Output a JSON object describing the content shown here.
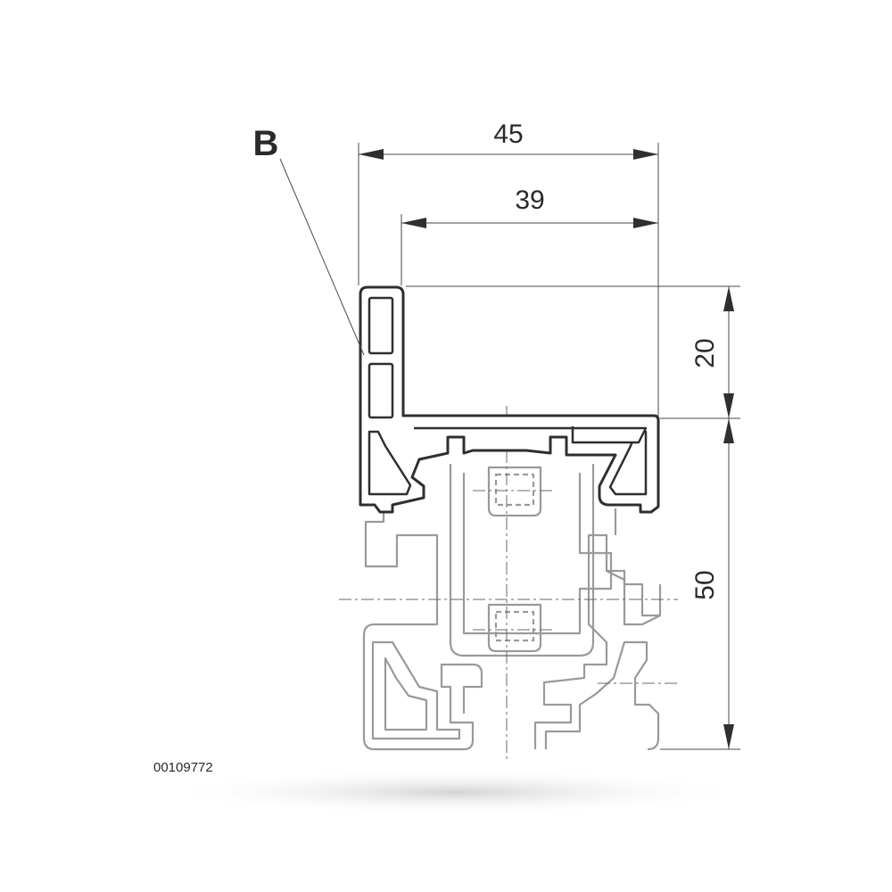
{
  "diagram": {
    "callout_label": "B",
    "dimensions": {
      "overall_width": "45",
      "inner_width": "39",
      "cover_height": "20",
      "profile_height": "50"
    },
    "drawing_number": "00109772"
  },
  "colors": {
    "line": "#2f2f2f",
    "ghost_line": "#9a9a9a",
    "background": "#ffffff"
  }
}
